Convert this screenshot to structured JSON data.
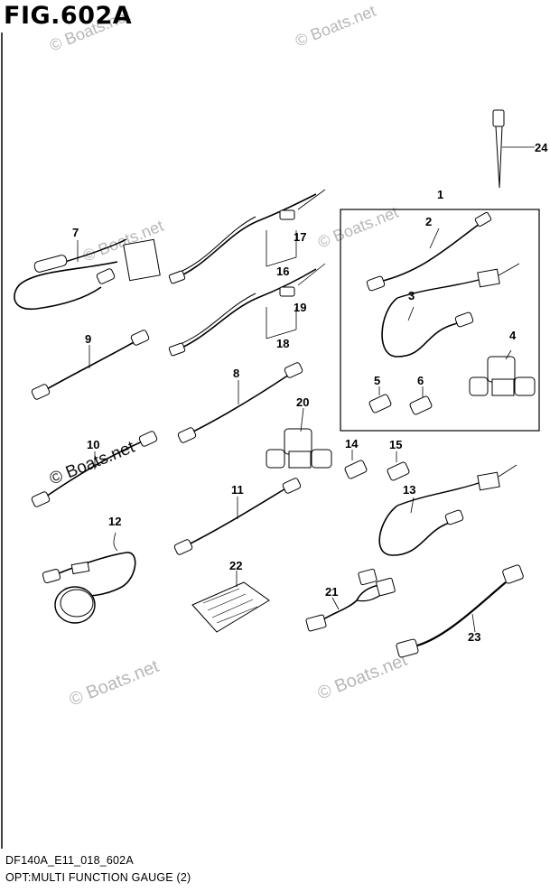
{
  "figure_title": "FIG.602A",
  "footer": {
    "code": "DF140A_E11_018_602A",
    "name": "OPT:MULTI FUNCTION GAUGE (2)"
  },
  "callouts": [
    "1",
    "2",
    "3",
    "4",
    "5",
    "6",
    "7",
    "8",
    "9",
    "10",
    "11",
    "12",
    "13",
    "14",
    "15",
    "16",
    "17",
    "18",
    "19",
    "20",
    "21",
    "22",
    "23",
    "24"
  ],
  "watermark": "© Boats.net"
}
